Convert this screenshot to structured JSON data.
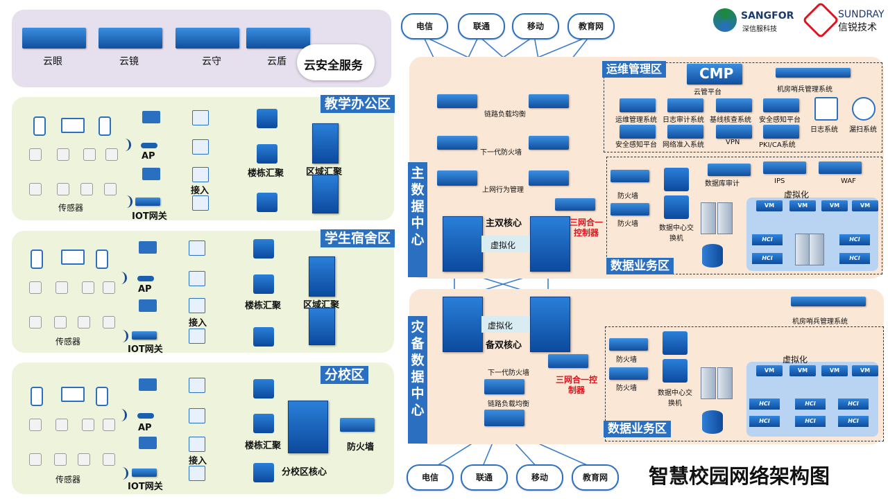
{
  "title": "智慧校园网络架构图",
  "brands": {
    "sangfor": "SANGFOR",
    "sangfor_cn": "深信服科技",
    "sundray": "SUNDRAY",
    "sundray_cn": "信锐技术"
  },
  "cloud_service": {
    "title": "云安全服务",
    "items": [
      "云眼",
      "云镜",
      "云守",
      "云盾"
    ]
  },
  "campus_zones": [
    {
      "title": "教学办公区",
      "ap": "AP",
      "access": "接入",
      "floor_agg": "楼栋汇聚",
      "region_agg": "区域汇聚",
      "iot": "IOT网关",
      "sensor": "传感器"
    },
    {
      "title": "学生宿舍区",
      "ap": "AP",
      "access": "接入",
      "floor_agg": "楼栋汇聚",
      "region_agg": "区域汇聚",
      "iot": "IOT网关",
      "sensor": "传感器"
    },
    {
      "title": "分校区",
      "ap": "AP",
      "access": "接入",
      "floor_agg": "楼栋汇聚",
      "core": "分校区核心",
      "firewall": "防火墙",
      "iot": "IOT网关",
      "sensor": "传感器"
    }
  ],
  "isp_top": [
    "电信",
    "联通",
    "移动",
    "教育网"
  ],
  "isp_bottom": [
    "电信",
    "联通",
    "移动",
    "教育网"
  ],
  "main_dc": {
    "title": "主数据中心",
    "link_lb": "链路负载均衡",
    "ngfw": "下一代防火墙",
    "behavior": "上网行为管理",
    "core": "主双核心",
    "virtualization": "虚拟化",
    "controller": "三网合一控制器",
    "ops_zone": {
      "title": "运维管理区",
      "cmp": "CMP",
      "cmp_label": "云管平台",
      "sentinel": "机房哨兵管理系统",
      "systems": [
        "运维管理系统",
        "日志审计系统",
        "基线核查系统",
        "安全感知平台",
        "日志系统",
        "漏扫系统",
        "安全感知平台",
        "网络准入系统",
        "VPN",
        "PKI/CA系统"
      ]
    },
    "biz_zone": {
      "title": "数据业务区",
      "firewall": "防火墙",
      "dc_switch": "数据中心交换机",
      "db_audit": "数据库审计",
      "ips": "IPS",
      "waf": "WAF",
      "virtualization": "虚拟化",
      "vm": "VM",
      "hci": "HCI"
    }
  },
  "backup_dc": {
    "title": "灾备数据中心",
    "core": "备双核心",
    "virtualization": "虚拟化",
    "ngfw": "下一代防火墙",
    "link_lb": "链路负载均衡",
    "controller": "三网合一控制器",
    "sentinel": "机房哨兵管理系统",
    "biz_zone": {
      "title": "数据业务区",
      "firewall": "防火墙",
      "dc_switch": "数据中心交换机",
      "virtualization": "虚拟化",
      "vm": "VM",
      "hci": "HCI"
    }
  },
  "colors": {
    "accent": "#2a6fc0",
    "zone_bg": "#eef4dc",
    "dc_bg": "#fbe7d6",
    "cloud_bg": "#e6e0ee",
    "red": "#e0141e"
  }
}
